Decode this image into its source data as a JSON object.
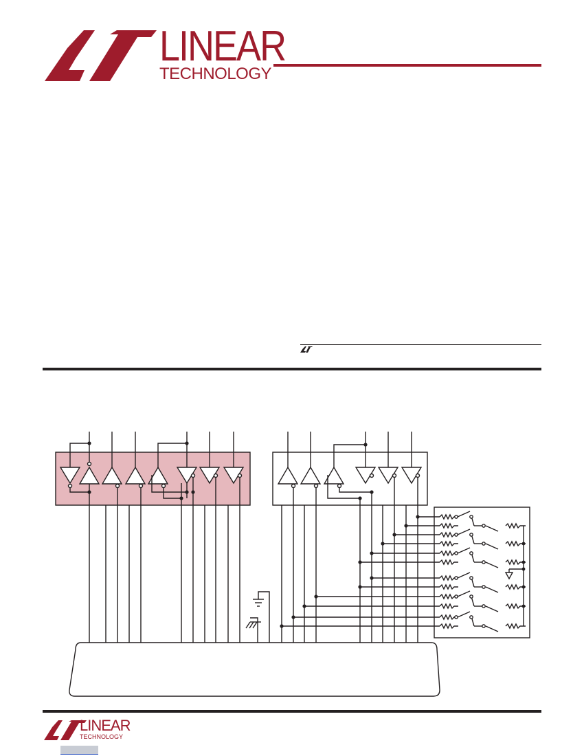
{
  "logo": {
    "company": "LINEAR",
    "division": "TECHNOLOGY",
    "icon": "lt-logo-icon"
  },
  "footer": {
    "company": "LINEAR",
    "division": "TECHNOLOGY",
    "link_text": ""
  },
  "colors": {
    "brand": "#9e1c2c",
    "ic_fill": "#e6b8bd",
    "ink": "#231f20"
  }
}
